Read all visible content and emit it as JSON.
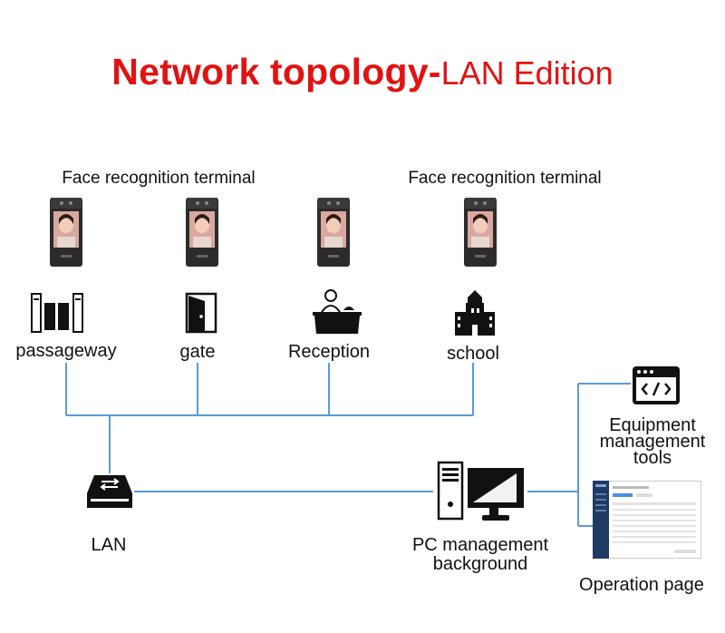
{
  "title": {
    "bold": "Network topology-",
    "regular": "LAN Edition",
    "color": "#e31212"
  },
  "groups": [
    {
      "label": "Face recognition terminal"
    },
    {
      "label": "Face recognition terminal"
    }
  ],
  "scenes": [
    {
      "label": "passageway",
      "icon": "turnstile-icon"
    },
    {
      "label": "gate",
      "icon": "door-icon"
    },
    {
      "label": "Reception",
      "icon": "reception-desk-icon"
    },
    {
      "label": "school",
      "icon": "school-building-icon"
    }
  ],
  "network": {
    "lan_label": "LAN",
    "pc_label_line1": "PC management",
    "pc_label_line2": "background",
    "tools_label_line1": "Equipment",
    "tools_label_line2": "management",
    "tools_label_line3": "tools",
    "operation_label": "Operation page",
    "line_color": "#5a9bd5"
  }
}
